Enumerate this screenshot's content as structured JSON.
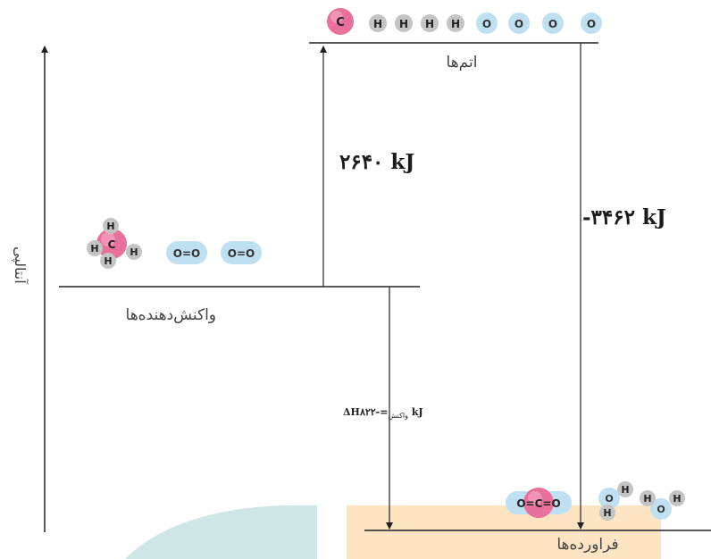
{
  "diagram": {
    "y_axis_label": "آنتالپی",
    "levels": {
      "atoms": "اتم‌ها",
      "reactants": "واکنش‌دهنده‌ها",
      "products": "فراورده‌ها"
    },
    "energies": {
      "atomization": "۲۶۴۰ kJ",
      "formation": "-۳۴۶۲ kJ",
      "reaction_symbol": "ΔH",
      "reaction_subscript": "واکنش",
      "reaction_value": "=-۸۲۲ kJ"
    },
    "atoms_row": [
      "C",
      "H",
      "H",
      "H",
      "H",
      "O",
      "O",
      "O",
      "O"
    ],
    "molecules": {
      "methane": {
        "center": "C",
        "ligands": [
          "H",
          "H",
          "H",
          "H"
        ]
      },
      "oxygen": [
        "O=O",
        "O=O"
      ],
      "carbon_dioxide": "O=C=O",
      "water": [
        "H",
        "O",
        "H"
      ]
    },
    "colors": {
      "carbon": "#e8709a",
      "hydrogen": "#c4c4c4",
      "oxygen": "#bfe0f1",
      "teal_decoration": "#cfe6e6",
      "orange_decoration": "#fde4c3"
    }
  }
}
